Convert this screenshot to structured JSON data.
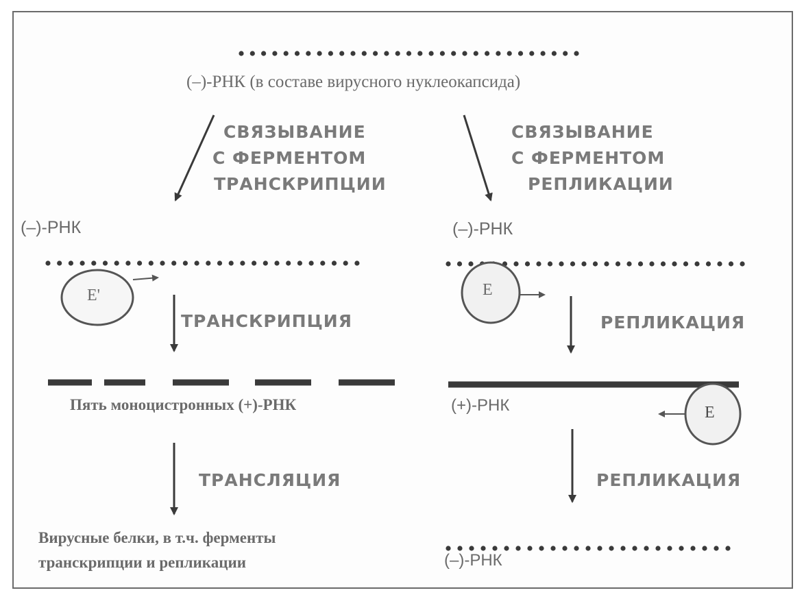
{
  "top": {
    "strand_label": "(–)-РНК (в составе вирусного нуклеокапсида)"
  },
  "left_branch": {
    "binding_label": [
      "СВЯЗЫВАНИЕ",
      "С ФЕРМЕНТОМ",
      "ТРАНСКРИПЦИИ"
    ],
    "strand_label": "(–)-РНК",
    "enzyme": "E'",
    "process_1": "ТРАНСКРИПЦИЯ",
    "product_label": "Пять моноцистронных  (+)-РНК",
    "process_2": "ТРАНСЛЯЦИЯ",
    "result": [
      "Вирусные белки, в т.ч. ферменты",
      "транскрипции и репликации"
    ]
  },
  "right_branch": {
    "binding_label": [
      "СВЯЗЫВАНИЕ",
      "С  ФЕРМЕНТОМ",
      "РЕПЛИКАЦИИ"
    ],
    "strand_label": "(–)-РНК",
    "enzyme_1": "E",
    "process_1": "РЕПЛИКАЦИЯ",
    "product_label": "(+)-РНК",
    "enzyme_2": "E",
    "process_2": "РЕПЛИКАЦИЯ",
    "result": "(–)-РНК"
  },
  "colors": {
    "strand": "#3a3a3a",
    "text": "#4a4a4a",
    "caps": "#7a7a7a",
    "enzyme_fill": "#f1f1f1"
  }
}
